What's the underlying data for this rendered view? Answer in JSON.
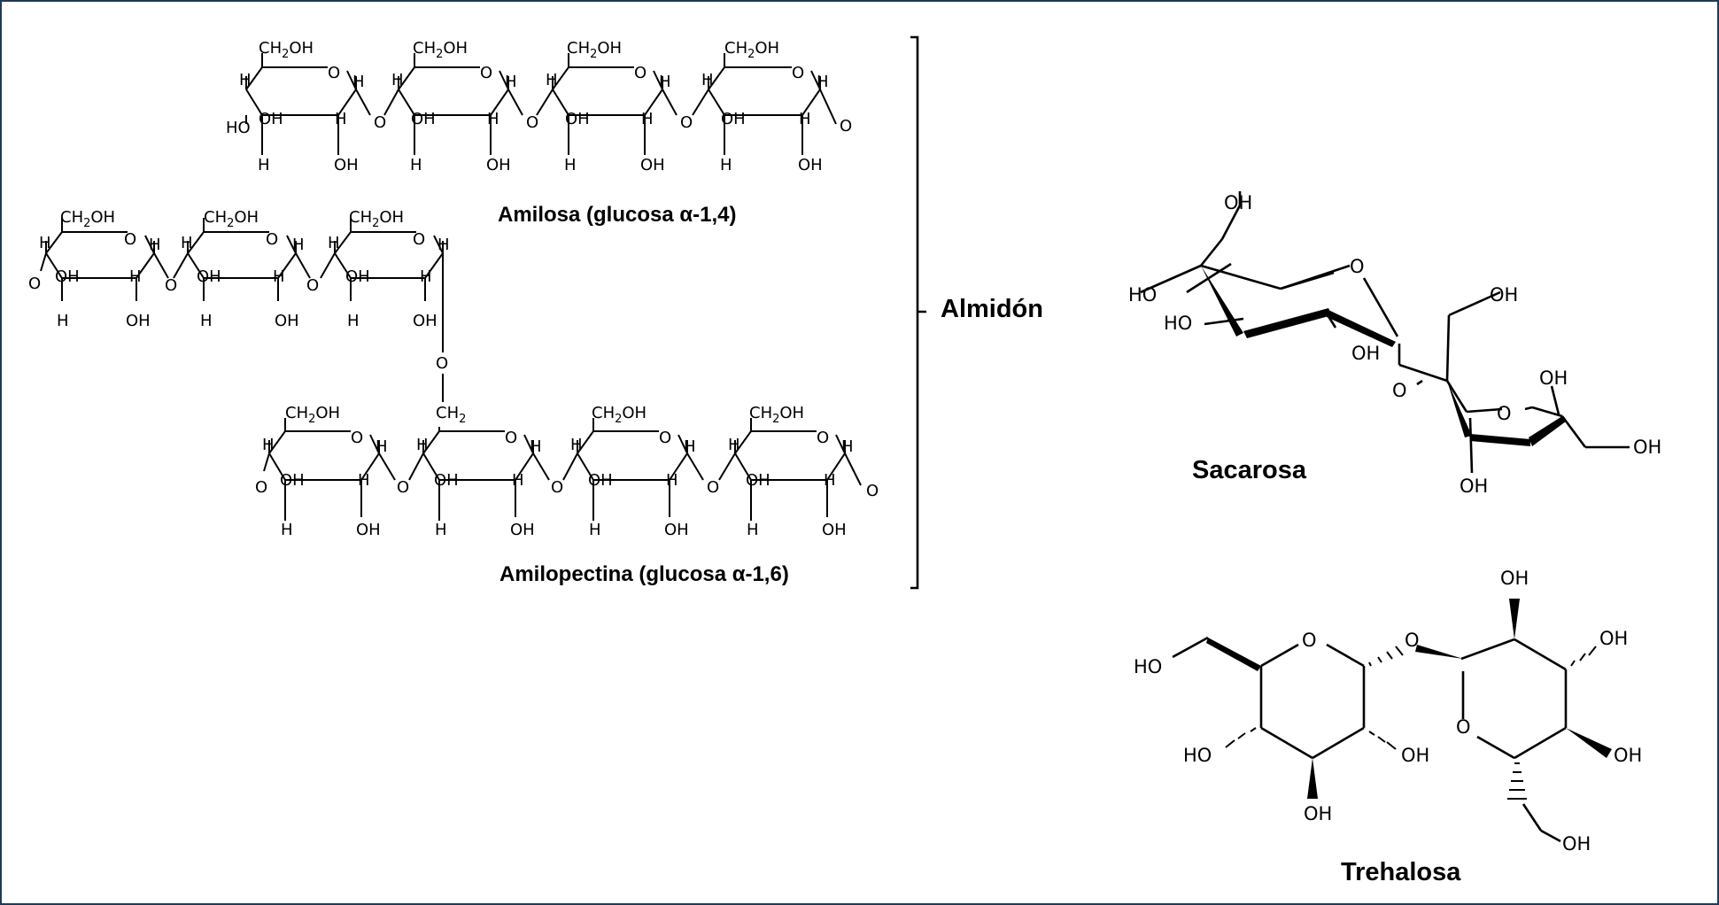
{
  "captions": {
    "amilosa": "Amilosa (glucosa α-1,4)",
    "amilopectina": "Amilopectina (glucosa α-1,6)",
    "almidon": "Almidón",
    "sacarosa": "Sacarosa",
    "trehalosa": "Trehalosa"
  },
  "atoms": {
    "ch2oh_prefix": "CH",
    "ch2oh_sub": "2",
    "ch2oh_suffix": "OH",
    "ch2_prefix": "CH",
    "ch2_sub": "2",
    "o": "O",
    "h": "H",
    "oh": "OH",
    "ho": "HO"
  },
  "colors": {
    "frame_border": "#1f3a57",
    "ink": "#000000"
  }
}
